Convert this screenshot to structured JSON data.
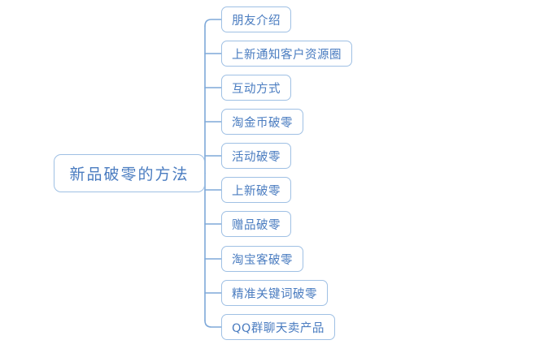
{
  "diagram": {
    "type": "mind-map",
    "title": "新品破零的方法",
    "root": {
      "label": "新品破零的方法"
    },
    "branches": [
      {
        "label": "朋友介绍"
      },
      {
        "label": "上新通知客户资源圈"
      },
      {
        "label": "互动方式"
      },
      {
        "label": "淘金币破零"
      },
      {
        "label": "活动破零"
      },
      {
        "label": "上新破零"
      },
      {
        "label": "赠品破零"
      },
      {
        "label": "淘宝客破零"
      },
      {
        "label": "精准关键词破零"
      },
      {
        "label": "QQ群聊天卖产品"
      }
    ],
    "colors": {
      "border": "#9fc0e4",
      "text": "#4a7cc0",
      "connector": "#7fa9d9",
      "background": "#ffffff"
    }
  }
}
